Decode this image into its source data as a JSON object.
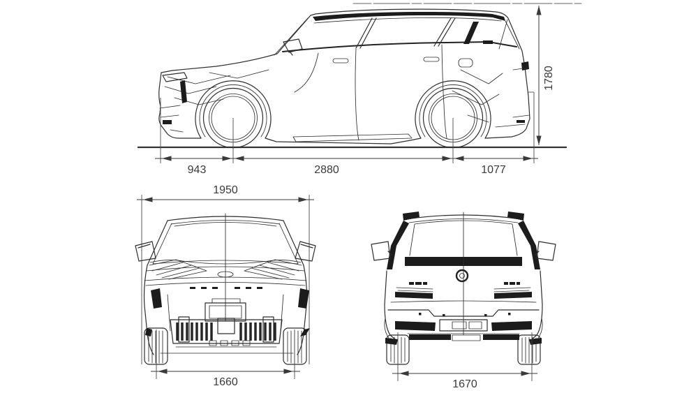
{
  "diagram": {
    "side_view": {
      "front_overhang_mm": "943",
      "wheelbase_mm": "2880",
      "rear_overhang_mm": "1077",
      "overall_height_mm": "1780"
    },
    "front_view": {
      "overall_width_mm": "1950",
      "front_track_mm": "1660"
    },
    "rear_view": {
      "rear_track_mm": "1670"
    },
    "colors": {
      "line": "#2d2d2d",
      "dark_fill": "#1c1c1c",
      "dimension": "#3a3a3a",
      "background": "#ffffff"
    }
  }
}
